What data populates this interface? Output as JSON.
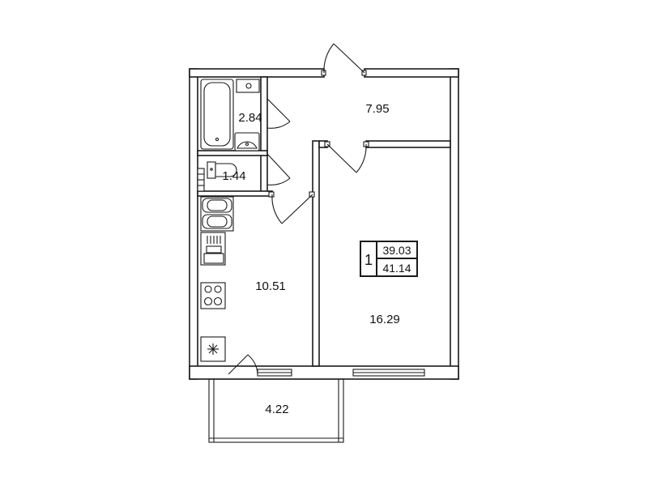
{
  "plan": {
    "rooms": [
      {
        "id": "bathroom",
        "area": "2.84"
      },
      {
        "id": "hallway",
        "area": "7.95"
      },
      {
        "id": "toilet",
        "area": "1.44"
      },
      {
        "id": "kitchen",
        "area": "10.51"
      },
      {
        "id": "living-room",
        "area": "16.29"
      },
      {
        "id": "balcony",
        "area": "4.22"
      }
    ],
    "summary": {
      "room_count": "1",
      "living_area": "39.03",
      "total_area": "41.14"
    },
    "colors": {
      "line": "#1a1a1a",
      "background": "#ffffff"
    }
  }
}
